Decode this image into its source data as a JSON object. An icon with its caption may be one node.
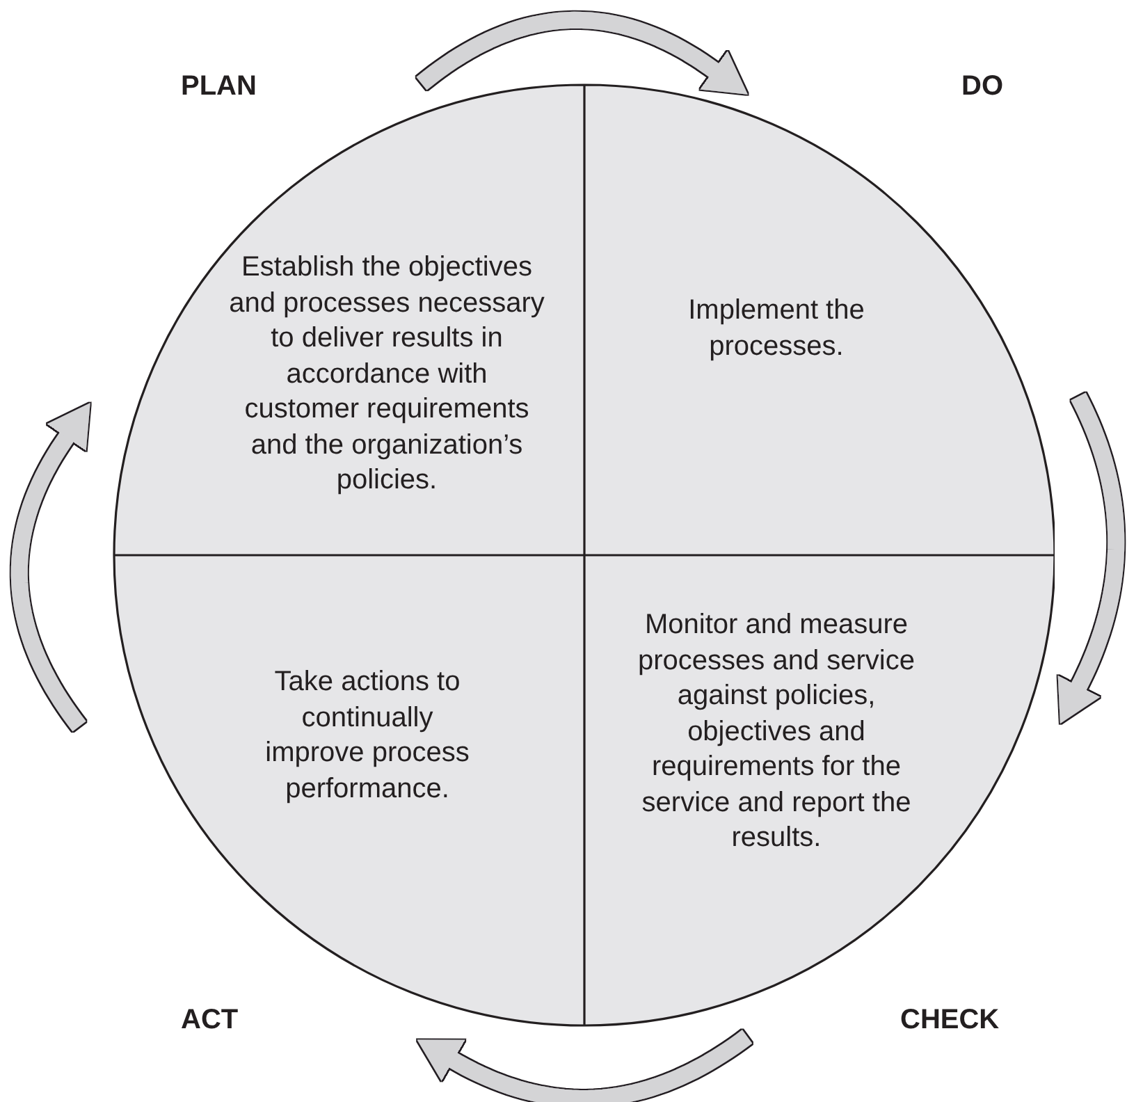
{
  "diagram": {
    "nodes": [
      {
        "text": [
          "PLAN",
          "Establish the objectives and processes necessary to deliver results in accordance with customer requirements and the organization’s policies."
        ]
      },
      {
        "text": [
          "DO",
          "Implement the processes."
        ]
      },
      {
        "text": [
          "Take actions to continually improve process performance.",
          "ACT"
        ]
      },
      {
        "text": [
          "Monitor and measure processes and service against policies, objectives and requirements for the service and report the results.",
          "CHECK"
        ]
      }
    ],
    "edges": [
      {
        "from": 0,
        "to": 1,
        "arrow": "to"
      },
      {
        "from": 1,
        "to": 3,
        "arrow": "to"
      },
      {
        "from": 3,
        "to": 2,
        "arrow": "to"
      },
      {
        "from": 2,
        "to": 0,
        "arrow": "to"
      }
    ]
  }
}
